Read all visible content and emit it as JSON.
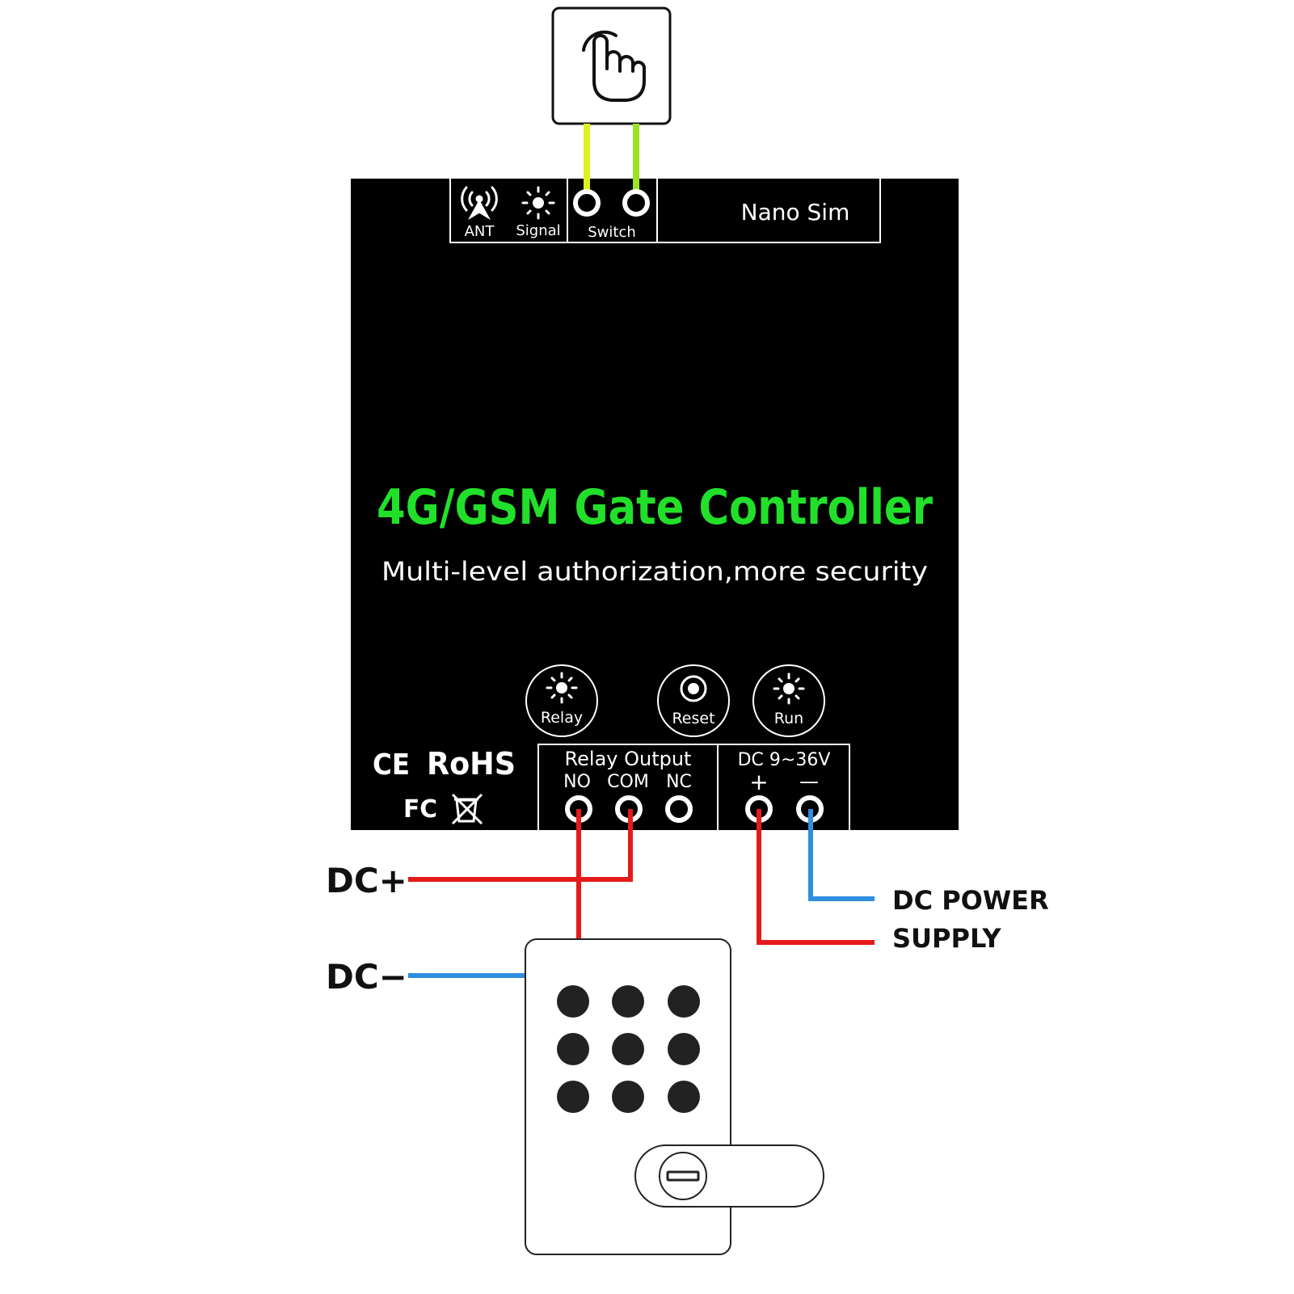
{
  "device": {
    "title": "4G/GSM Gate Controller",
    "subtitle": "Multi-level authorization,more security",
    "ports": {
      "ant": "ANT",
      "signal": "Signal",
      "switch": "Switch",
      "sim": "Nano Sim"
    },
    "indicators": {
      "relay": "Relay",
      "reset": "Reset",
      "run": "Run"
    },
    "relay_output": {
      "header": "Relay Output",
      "no": "NO",
      "com": "COM",
      "nc": "NC"
    },
    "power": {
      "header": "DC 9~36V",
      "plus": "+",
      "minus": "—"
    },
    "certs": {
      "ce": "CE",
      "rohs": "RoHS",
      "fc": "FC"
    }
  },
  "external": {
    "dc_plus": "DC+",
    "dc_minus": "DC−",
    "power_supply_line1": "DC POWER",
    "power_supply_line2": "SUPPLY"
  },
  "colors": {
    "title_green": "#22e02a",
    "wire_red": "#e51a1a",
    "wire_blue": "#2f8ee0",
    "wire_yellow": "#dff21e",
    "wire_green": "#9be224",
    "panel": "#000000"
  },
  "icons": {
    "push_button": "hand-pointer-icon",
    "antenna": "antenna-icon",
    "signal_led": "led-sun-icon",
    "reset": "reset-button-icon",
    "keypad": "keypad-lock-icon"
  }
}
